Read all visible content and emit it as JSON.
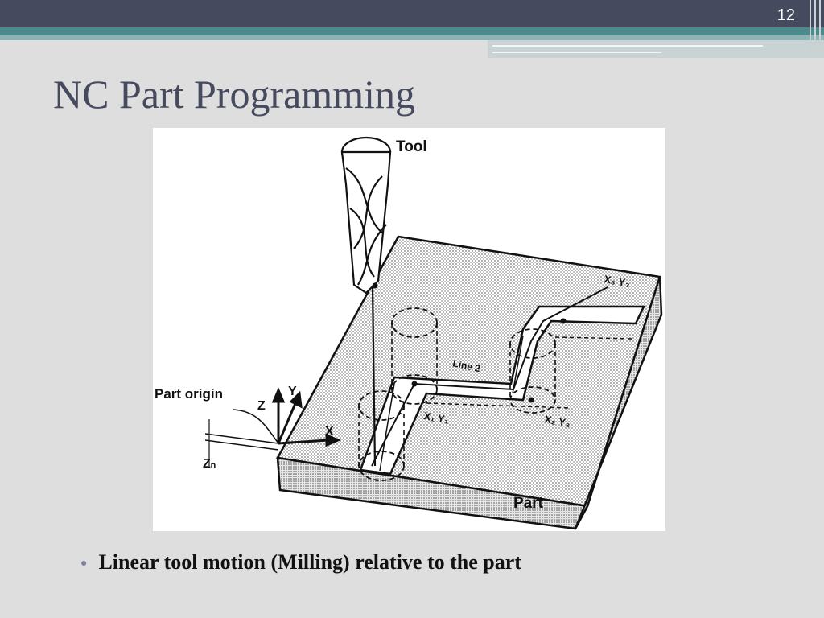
{
  "slide": {
    "number": "12",
    "title": "NC Part Programming"
  },
  "figure": {
    "labels": {
      "tool": "Tool",
      "part_origin": "Part origin",
      "part": "Part",
      "line2": "Line 2",
      "x1y1": "X₁ Y₁",
      "x2y2": "X₂ Y₂",
      "x3y3": "X₃ Y₃",
      "axis_x": "X",
      "axis_y": "Y",
      "axis_z": "Z",
      "zn": "Zₙ"
    }
  },
  "bullets": [
    "Linear tool motion (Milling) relative to the part"
  ]
}
